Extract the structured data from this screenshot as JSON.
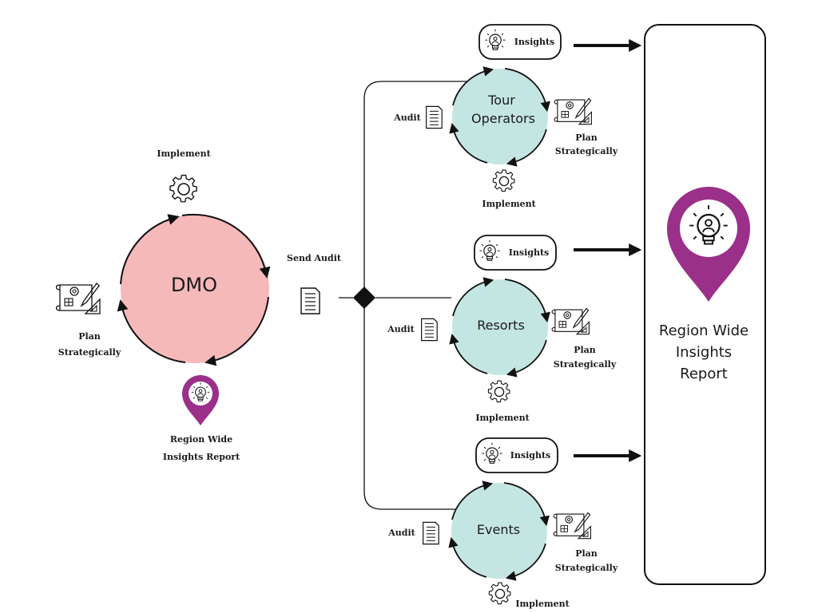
{
  "colors": {
    "dmo_fill": "#f5b9b9",
    "sub_fill": "#c4e6e2",
    "accent_purple": "#9a3089",
    "stroke": "#111111"
  },
  "dmo": {
    "label": "DMO",
    "implement": "Implement",
    "plan_line1": "Plan",
    "plan_line2": "Strategically",
    "report_line1": "Region Wide",
    "report_line2": "Insights Report"
  },
  "send_audit": "Send Audit",
  "branches": [
    {
      "label_lines": [
        "Tour",
        "Operators"
      ],
      "audit": "Audit",
      "insights": "Insights",
      "plan_line1": "Plan",
      "plan_line2": "Strategically",
      "implement": "Implement"
    },
    {
      "label_lines": [
        "Resorts"
      ],
      "audit": "Audit",
      "insights": "Insights",
      "plan_line1": "Plan",
      "plan_line2": "Strategically",
      "implement": "Implement"
    },
    {
      "label_lines": [
        "Events"
      ],
      "audit": "Audit",
      "insights": "Insights",
      "plan_line1": "Plan",
      "plan_line2": "Strategically",
      "implement": "Implement"
    }
  ],
  "report": {
    "line1": "Region Wide",
    "line2": "Insights",
    "line3": "Report"
  },
  "icons": [
    "gear-icon",
    "blueprint-icon",
    "document-icon",
    "lightbulb-icon",
    "location-pin-icon",
    "decision-diamond"
  ]
}
